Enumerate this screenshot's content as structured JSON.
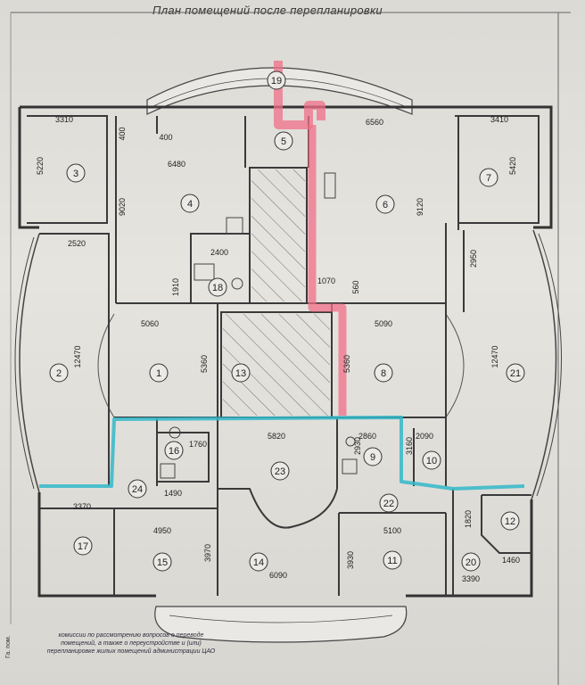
{
  "title": "План помещений после перепланировки",
  "stamp_text": "комиссии по рассмотрению вопросов о переводе помещений, а также о переустройстве и (или) перепланировке жилых помещений администрации ЦАО",
  "side_note": "Га. пом.",
  "colors": {
    "highlight_pink": "#f06f88",
    "highlight_cyan": "#33b9c9"
  },
  "rooms": [
    "19",
    "3",
    "5",
    "6",
    "7",
    "4",
    "18",
    "2",
    "1",
    "13",
    "8",
    "21",
    "16",
    "9",
    "10",
    "23",
    "24",
    "22",
    "12",
    "17",
    "15",
    "14",
    "11",
    "20"
  ],
  "dimensions": [
    "3310",
    "400",
    "400",
    "6560",
    "3410",
    "5220",
    "6480",
    "9020",
    "9120",
    "5420",
    "2520",
    "2400",
    "1910",
    "1070",
    "560",
    "2950",
    "5060",
    "5090",
    "12470",
    "5360",
    "5360",
    "12470",
    "1760",
    "5820",
    "2860",
    "2090",
    "2930",
    "3160",
    "1490",
    "3370",
    "4950",
    "5100",
    "1820",
    "3970",
    "3930",
    "1460",
    "6090",
    "3390"
  ]
}
